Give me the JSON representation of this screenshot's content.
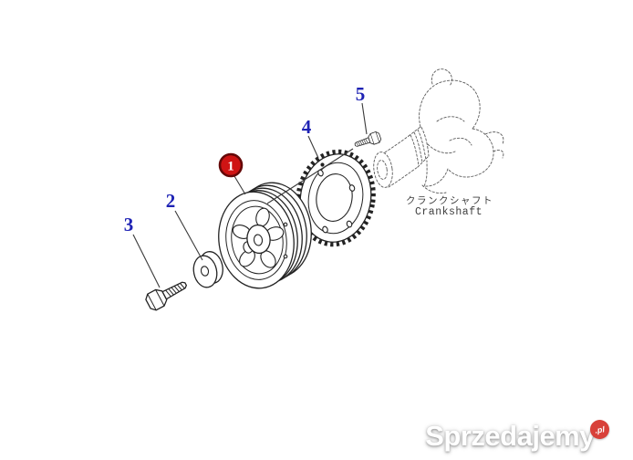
{
  "page": {
    "background": "#ffffff"
  },
  "diagram": {
    "callouts": [
      {
        "id": "1",
        "label": "1",
        "style": "red-badge"
      },
      {
        "id": "2",
        "label": "2",
        "style": "blue"
      },
      {
        "id": "3",
        "label": "3",
        "style": "blue"
      },
      {
        "id": "4",
        "label": "4",
        "style": "blue"
      },
      {
        "id": "5",
        "label": "5",
        "style": "blue"
      }
    ],
    "caption": {
      "jp": "クランクシャフト",
      "en": "Crankshaft"
    },
    "colors": {
      "callout_blue": "#1e22b4",
      "badge_fill": "#cf1414",
      "badge_ring": "#650808",
      "line": "#232323",
      "sketch_gray": "#5a5a5a"
    }
  },
  "watermark": {
    "brand": "Sprzedajemy",
    "suffix": ".pl",
    "badge_color": "#d8413a"
  }
}
